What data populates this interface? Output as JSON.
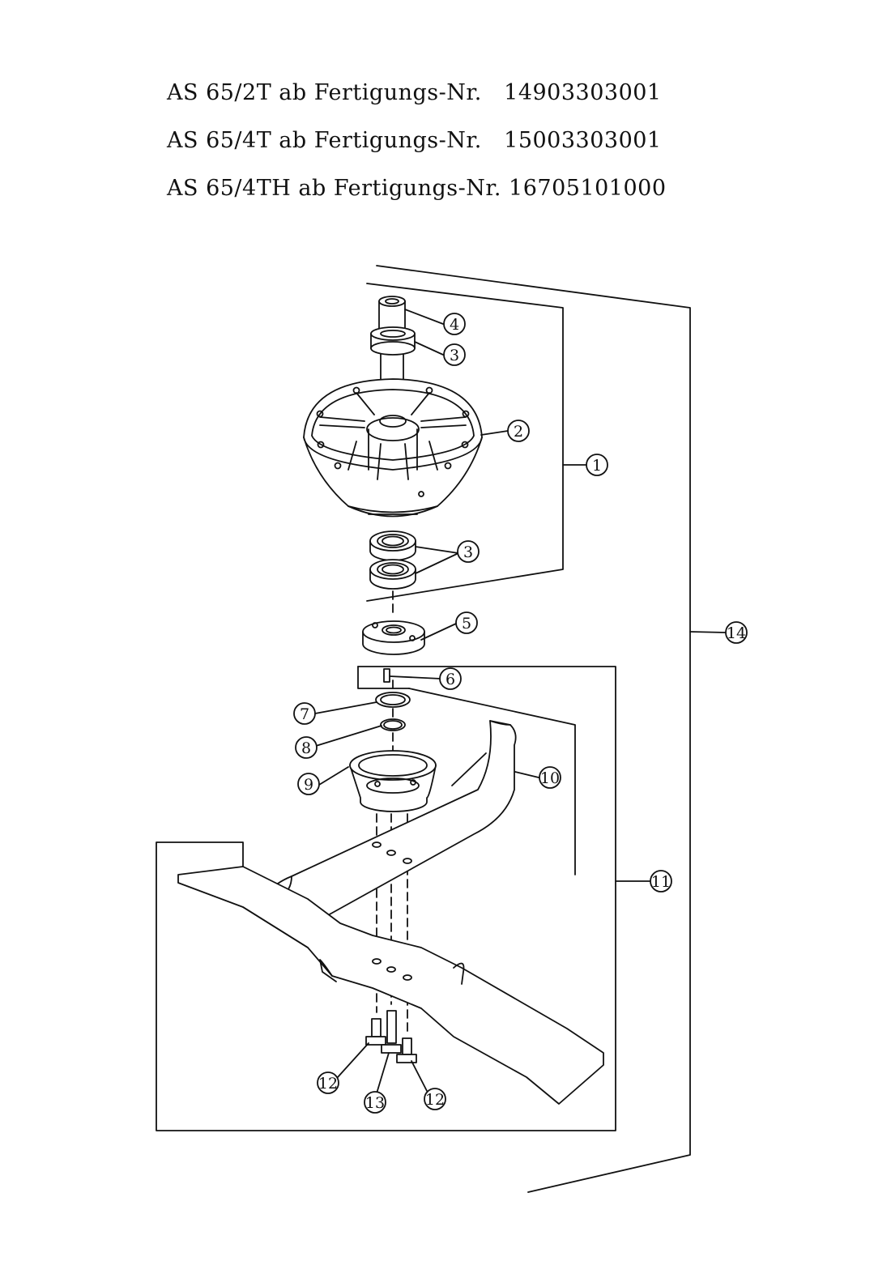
{
  "header": {
    "lines": [
      {
        "model": "AS 65/2T ab",
        "label": "Fertigungs-Nr.",
        "number": "14903303001"
      },
      {
        "model": "AS 65/4T ab",
        "label": "Fertigungs-Nr.",
        "number": "15003303001"
      },
      {
        "model": "AS 65/4TH ab",
        "label": "Fertigungs-Nr.",
        "number": "16705101000"
      }
    ]
  },
  "callouts": [
    {
      "id": "c1",
      "label": "1",
      "part": "blade-holder-assembly"
    },
    {
      "id": "c2",
      "label": "2",
      "part": "blade-carrier-housing"
    },
    {
      "id": "c3a",
      "label": "3",
      "part": "ball-bearing-upper"
    },
    {
      "id": "c3b",
      "label": "3",
      "part": "ball-bearings-lower"
    },
    {
      "id": "c4",
      "label": "4",
      "part": "drive-shaft"
    },
    {
      "id": "c5",
      "label": "5",
      "part": "clutch-hub"
    },
    {
      "id": "c6",
      "label": "6",
      "part": "key"
    },
    {
      "id": "c7",
      "label": "7",
      "part": "washer"
    },
    {
      "id": "c8",
      "label": "8",
      "part": "circlip"
    },
    {
      "id": "c9",
      "label": "9",
      "part": "blade-flange"
    },
    {
      "id": "c10",
      "label": "10",
      "part": "upper-blade"
    },
    {
      "id": "c11",
      "label": "11",
      "part": "blade-set"
    },
    {
      "id": "c12a",
      "label": "12",
      "part": "blade-bolt-left"
    },
    {
      "id": "c12b",
      "label": "12",
      "part": "blade-bolt-right"
    },
    {
      "id": "c13",
      "label": "13",
      "part": "center-bolt"
    },
    {
      "id": "c14",
      "label": "14",
      "part": "complete-cutting-unit"
    }
  ],
  "colors": {
    "line": "#111111",
    "background": "#ffffff"
  }
}
